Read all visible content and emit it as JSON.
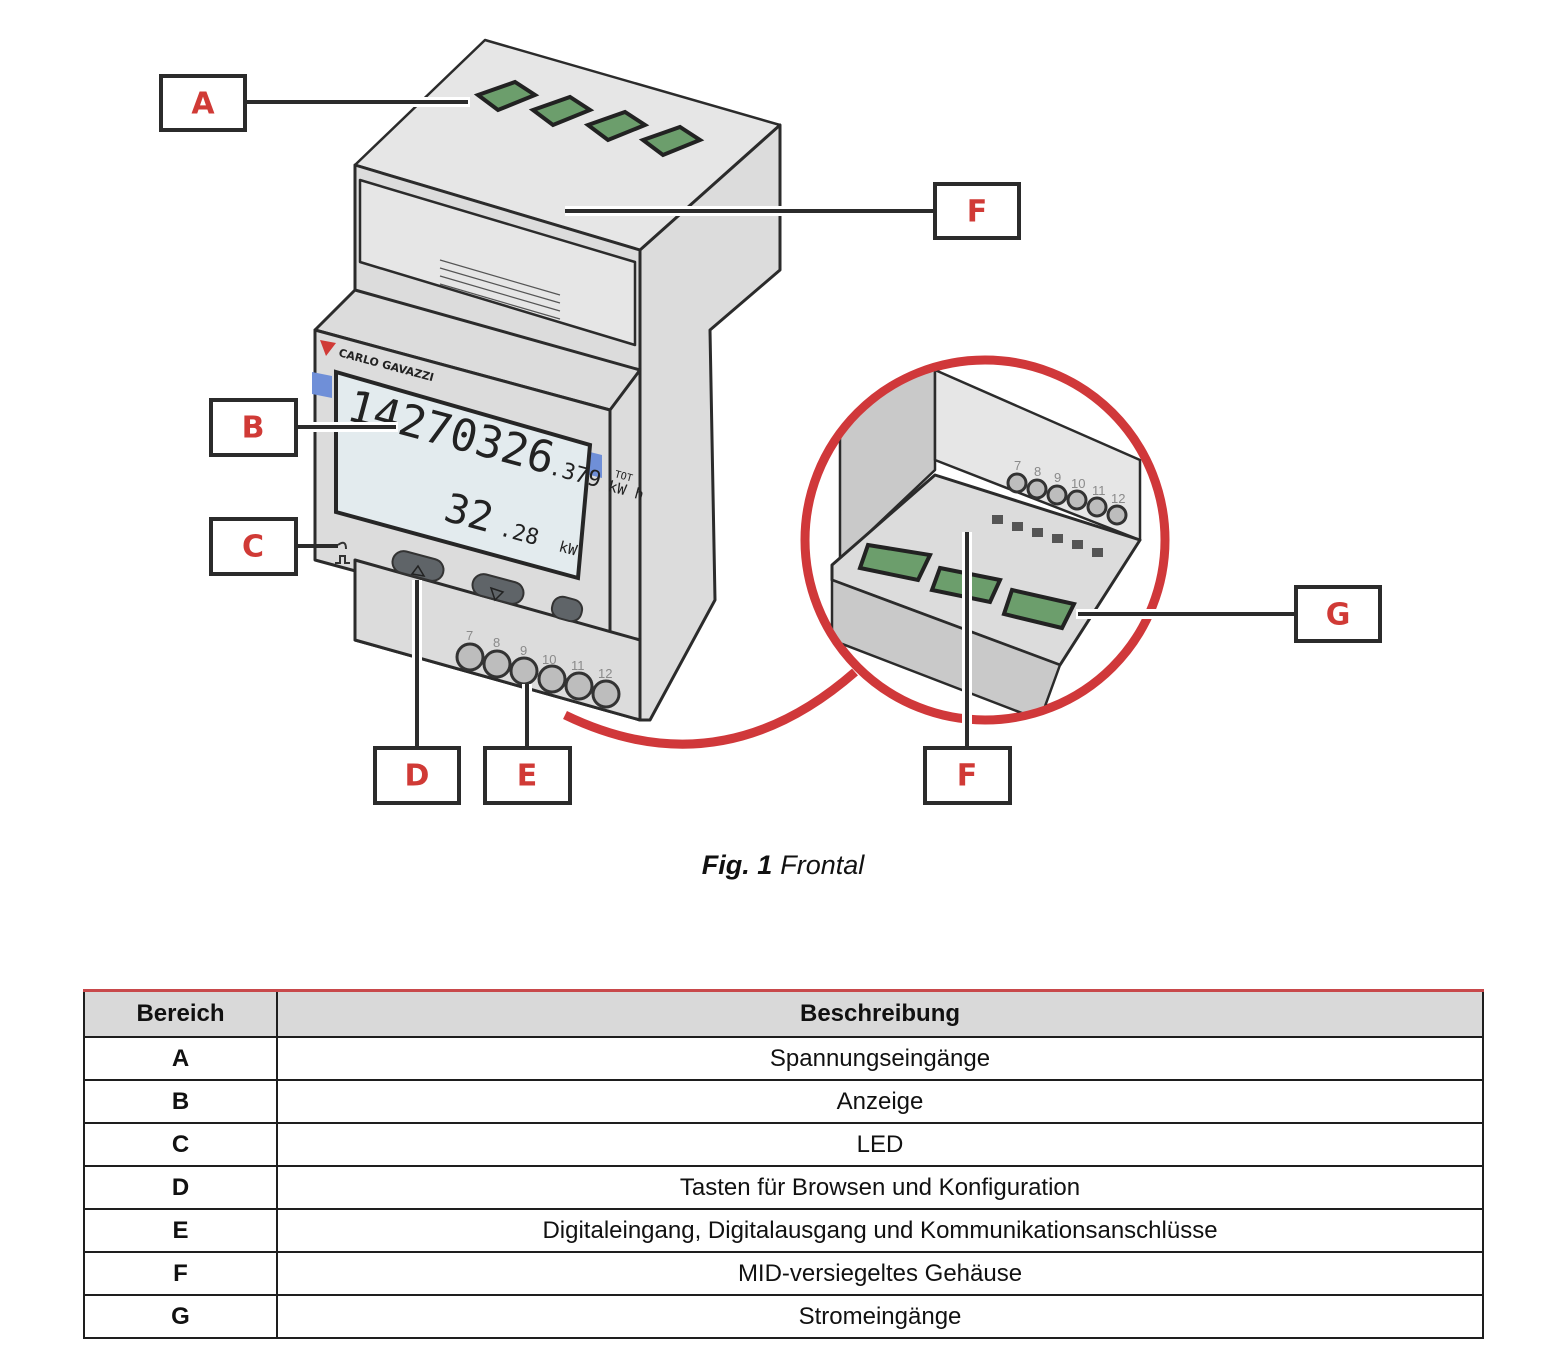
{
  "figure": {
    "device": {
      "brand": "CARLO GAVAZZI",
      "display": {
        "main_value": "14270326",
        "main_decimals": ".379",
        "main_flag": "TOT",
        "main_unit": "kW h",
        "secondary_value": "32",
        "secondary_decimals": ".28",
        "secondary_unit": "kW"
      },
      "terminal_numbers": [
        "7",
        "8",
        "9",
        "10",
        "11",
        "12"
      ]
    },
    "callouts": [
      {
        "id": "A",
        "label": "A"
      },
      {
        "id": "F-top",
        "label": "F"
      },
      {
        "id": "B",
        "label": "B"
      },
      {
        "id": "C",
        "label": "C"
      },
      {
        "id": "D",
        "label": "D"
      },
      {
        "id": "E",
        "label": "E"
      },
      {
        "id": "F-bottom",
        "label": "F"
      },
      {
        "id": "G",
        "label": "G"
      }
    ],
    "colors": {
      "callout_text": "#d03a36",
      "zoom_circle": "#d0383a",
      "terminal_green": "#6c9e6c",
      "accent_blue": "#6f8fd8"
    }
  },
  "caption": {
    "number": "Fig. 1",
    "title": "Frontal"
  },
  "table": {
    "headers": [
      "Bereich",
      "Beschreibung"
    ],
    "rows": [
      {
        "key": "A",
        "description": "Spannungseingänge"
      },
      {
        "key": "B",
        "description": "Anzeige"
      },
      {
        "key": "C",
        "description": "LED"
      },
      {
        "key": "D",
        "description": "Tasten für Browsen und Konfiguration"
      },
      {
        "key": "E",
        "description": "Digitaleingang, Digitalausgang und Kommunikationsanschlüsse"
      },
      {
        "key": "F",
        "description": "MID-versiegeltes Gehäuse"
      },
      {
        "key": "G",
        "description": "Stromeingänge"
      }
    ]
  }
}
